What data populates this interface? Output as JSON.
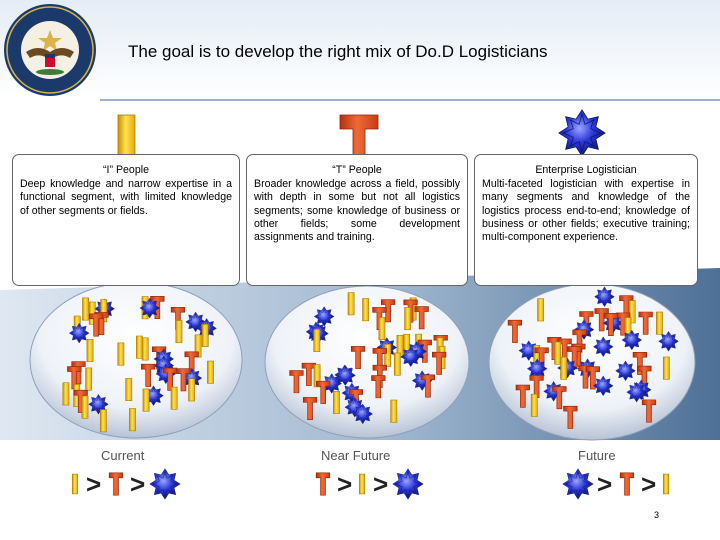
{
  "header": {
    "title": "The goal is to develop the right mix of Do.D Logisticians",
    "seal_text": "DEPARTMENT OF DEFENSE · UNITED STATES OF AMERICA"
  },
  "columns": [
    {
      "heading": "“I” People",
      "description": "Deep knowledge and narrow expertise in a functional segment, with limited knowledge of other segments or fields."
    },
    {
      "heading": "“T” People",
      "description": "Broader knowledge across a field, possibly with depth in some but not all logistics segments; some knowledge of business or other fields; some development assignments and training."
    },
    {
      "heading": "Enterprise Logistician",
      "description": "Multi-faceted logistician with expertise in many segments and knowledge of the logistics process end-to-end; knowledge of business or other fields; executive training; multi-component experience."
    }
  ],
  "stages": [
    {
      "label": "Current",
      "order": [
        "I",
        "T",
        "star"
      ]
    },
    {
      "label": "Near Future",
      "order": [
        "T",
        "I",
        "star"
      ]
    },
    {
      "label": "Future",
      "order": [
        "star",
        "T",
        "I"
      ]
    }
  ],
  "symbols": {
    "gt": ">"
  },
  "colors": {
    "accent_blue": "#1f5a8c",
    "bar_yellow": "#ffd11a",
    "bar_red": "#e0461c",
    "star_blue": "#2430c8"
  },
  "page_number": "3"
}
